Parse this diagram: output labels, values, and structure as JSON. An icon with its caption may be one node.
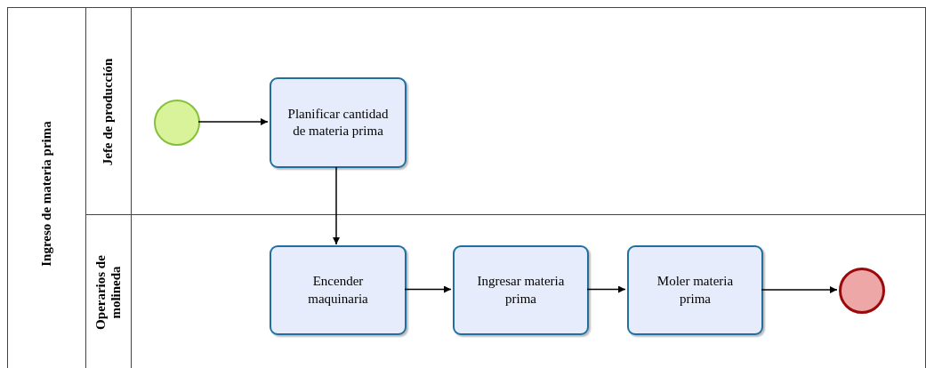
{
  "diagram": {
    "nodes": [
      {
        "text": [
          "Ingreso de materia prima"
        ]
      },
      {
        "text": [
          "Jefe de producción"
        ],
        "in": 0
      },
      {
        "text": [
          "Operarios de molineda"
        ],
        "in": 0
      },
      {
        "text": [],
        "shape": "circle",
        "in": 1
      },
      {
        "text": [
          "Planificar cantidad de materia prima"
        ],
        "in": 1
      },
      {
        "text": [
          "Encender maquinaria"
        ],
        "in": 2
      },
      {
        "text": [
          "Ingresar materia prima"
        ],
        "in": 2
      },
      {
        "text": [
          "Moler materia prima"
        ],
        "in": 2
      },
      {
        "text": [],
        "shape": "circle",
        "in": 2
      }
    ],
    "edges": [
      {
        "from": 3,
        "to": 4,
        "arrow": "to"
      },
      {
        "from": 4,
        "to": 5,
        "arrow": "to"
      },
      {
        "from": 5,
        "to": 6,
        "arrow": "to"
      },
      {
        "from": 6,
        "to": 7,
        "arrow": "to"
      },
      {
        "from": 7,
        "to": 8,
        "arrow": "to"
      }
    ]
  }
}
